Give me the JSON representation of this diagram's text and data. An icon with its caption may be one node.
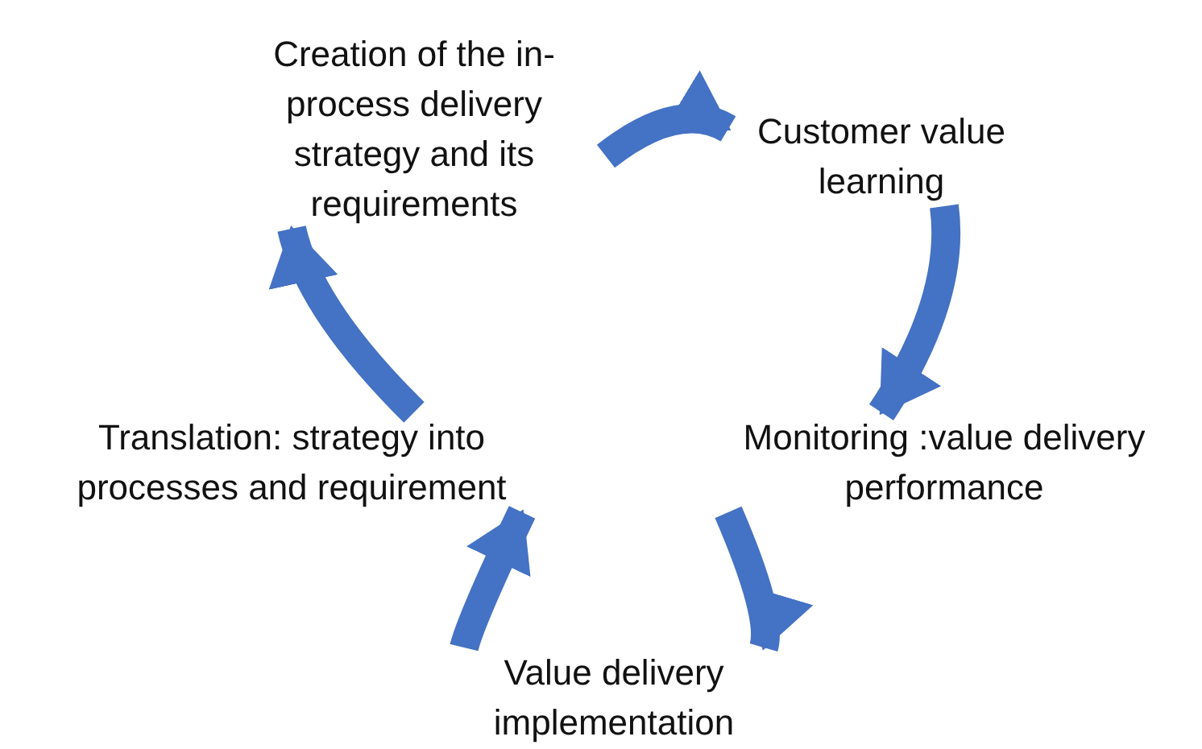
{
  "diagram": {
    "nodes": [
      {
        "text": [
          "Creation of the in-process delivery strategy and its requirements"
        ]
      },
      {
        "text": [
          "Customer value learning"
        ]
      },
      {
        "text": [
          "Monitoring :value delivery performance"
        ]
      },
      {
        "text": [
          "Value delivery implementation"
        ]
      },
      {
        "text": [
          "Translation: strategy into processes and requirement"
        ]
      }
    ],
    "edges": [
      {
        "from": 0,
        "to": 1,
        "arrow": "to"
      },
      {
        "from": 1,
        "to": 2,
        "arrow": "to"
      },
      {
        "from": 2,
        "to": 3,
        "arrow": "to"
      },
      {
        "from": 3,
        "to": 4,
        "arrow": "to"
      },
      {
        "from": 4,
        "to": 0,
        "arrow": "to"
      }
    ]
  }
}
